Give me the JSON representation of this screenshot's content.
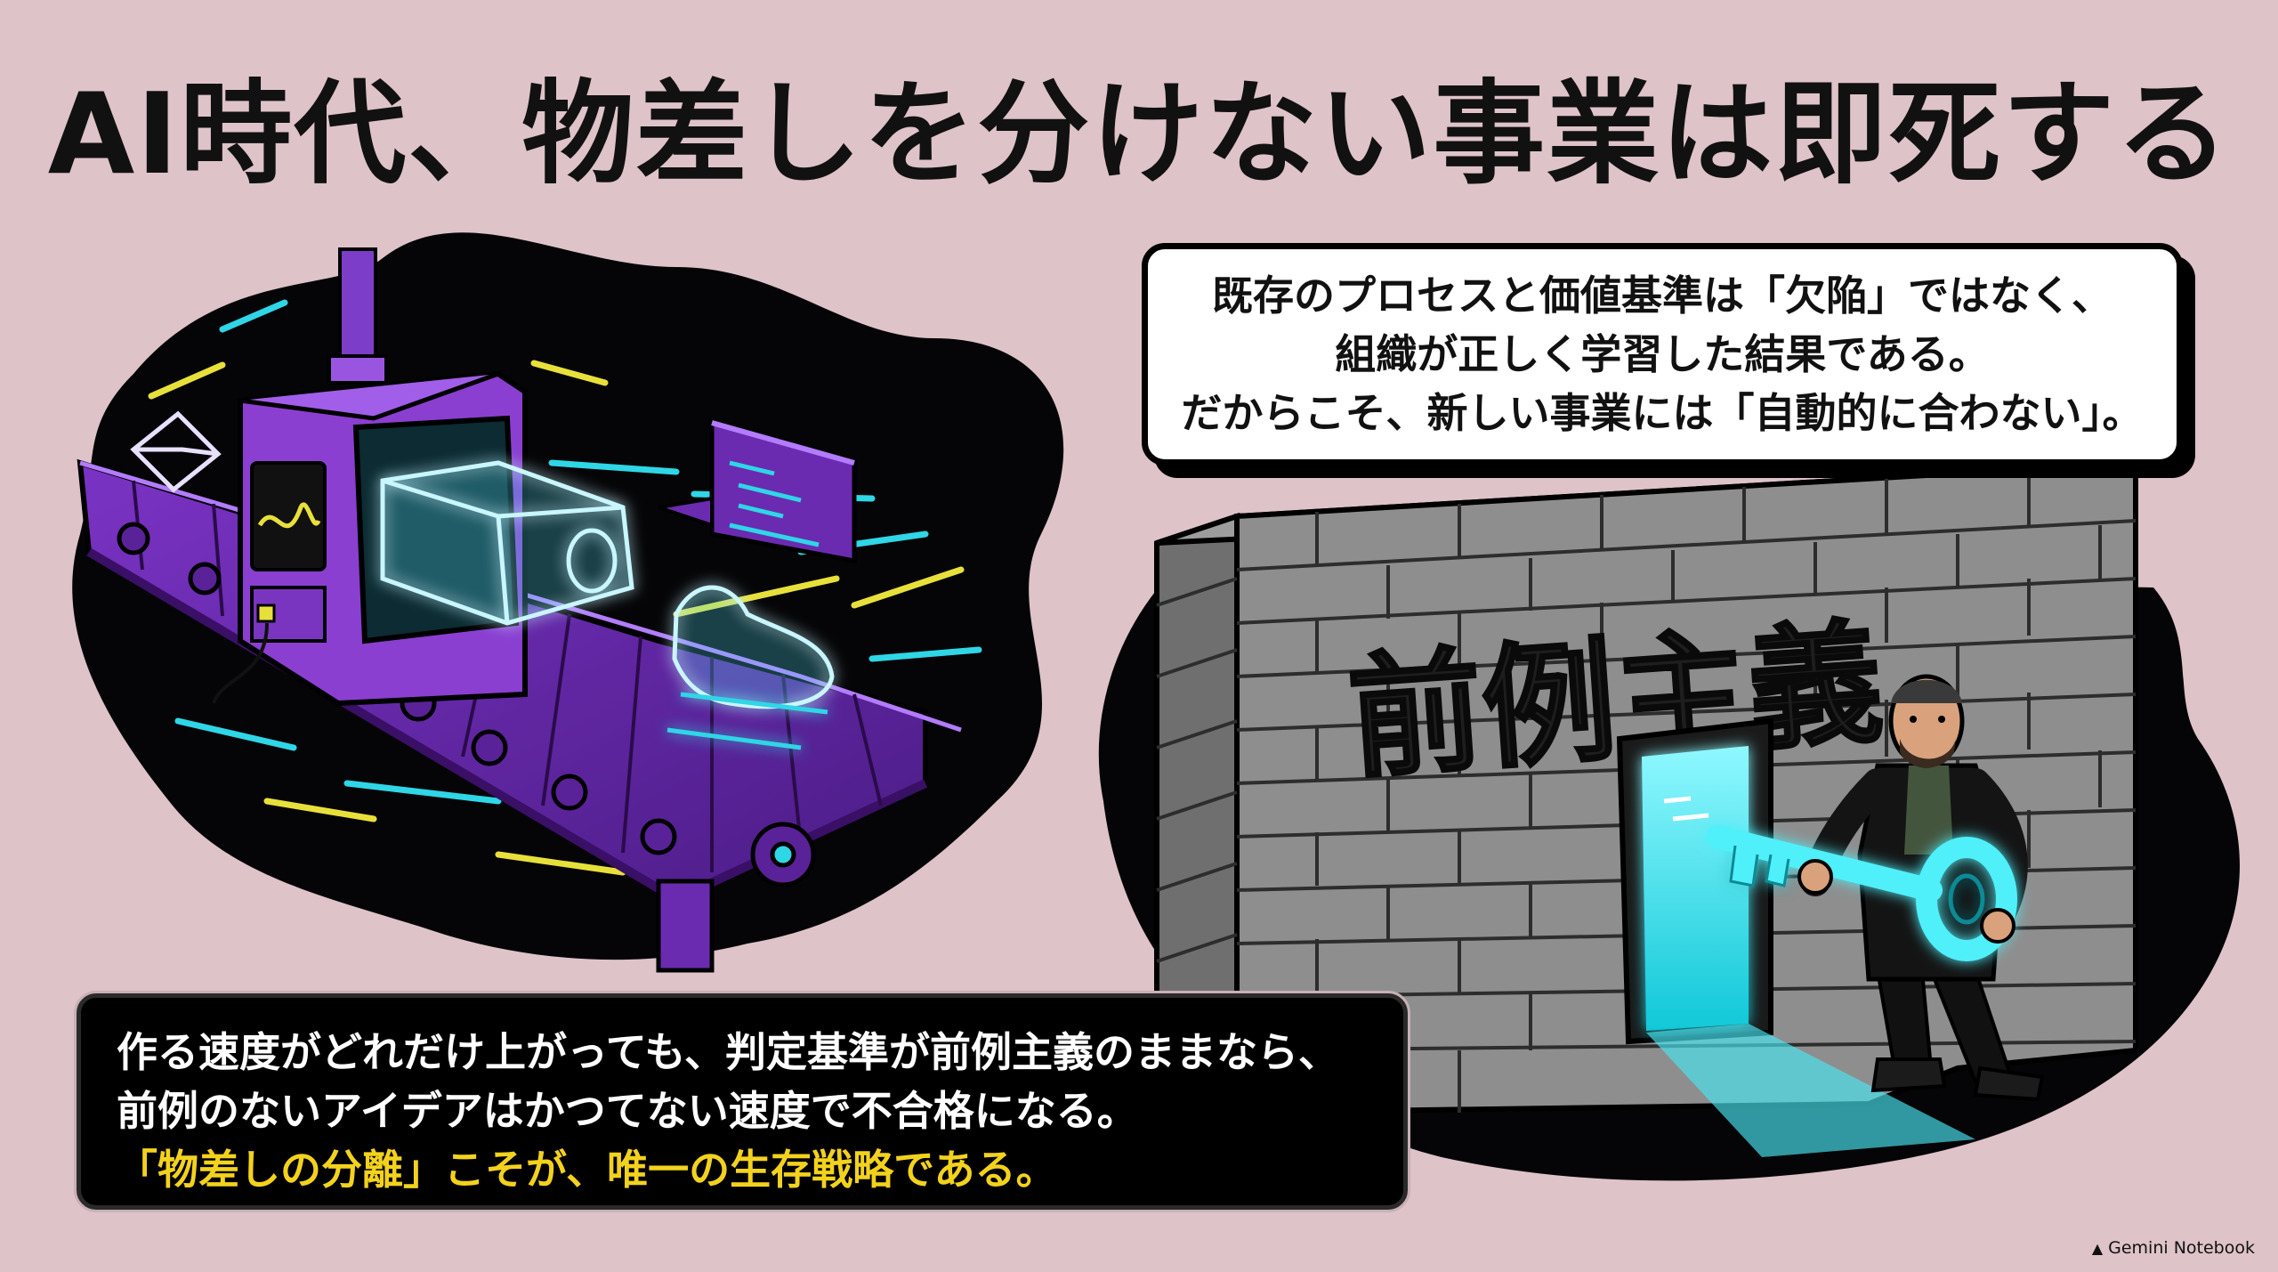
{
  "title": "AI時代、物差しを分けない事業は即死する",
  "callout_top": {
    "lines": [
      "既存のプロセスと価値基準は「欠陥」ではなく、",
      "組織が正しく学習した結果である。",
      "だからこそ、新しい事業には「自動的に合わない」。"
    ]
  },
  "callout_bottom": {
    "lines": [
      "作る速度がどれだけ上がっても、判定基準が前例主義のままなら、",
      "前例のないアイデアはかつてない速度で不合格になる。"
    ],
    "highlight": "「物差しの分離」こそが、唯一の生存戦略である。"
  },
  "wall_text": "前例主義",
  "watermark": "Gemini Notebook",
  "colors": {
    "background": "#dec3c9",
    "machine_purple": "#8a3fd1",
    "neon_cyan": "#31e3f0",
    "neon_yellow": "#e8e03a",
    "highlight_yellow": "#f3d21e",
    "brick_gray": "#8e8e8e"
  },
  "icons": [
    "envelope-icon",
    "code-window-icon",
    "key-icon",
    "sneaker-hologram-icon"
  ]
}
